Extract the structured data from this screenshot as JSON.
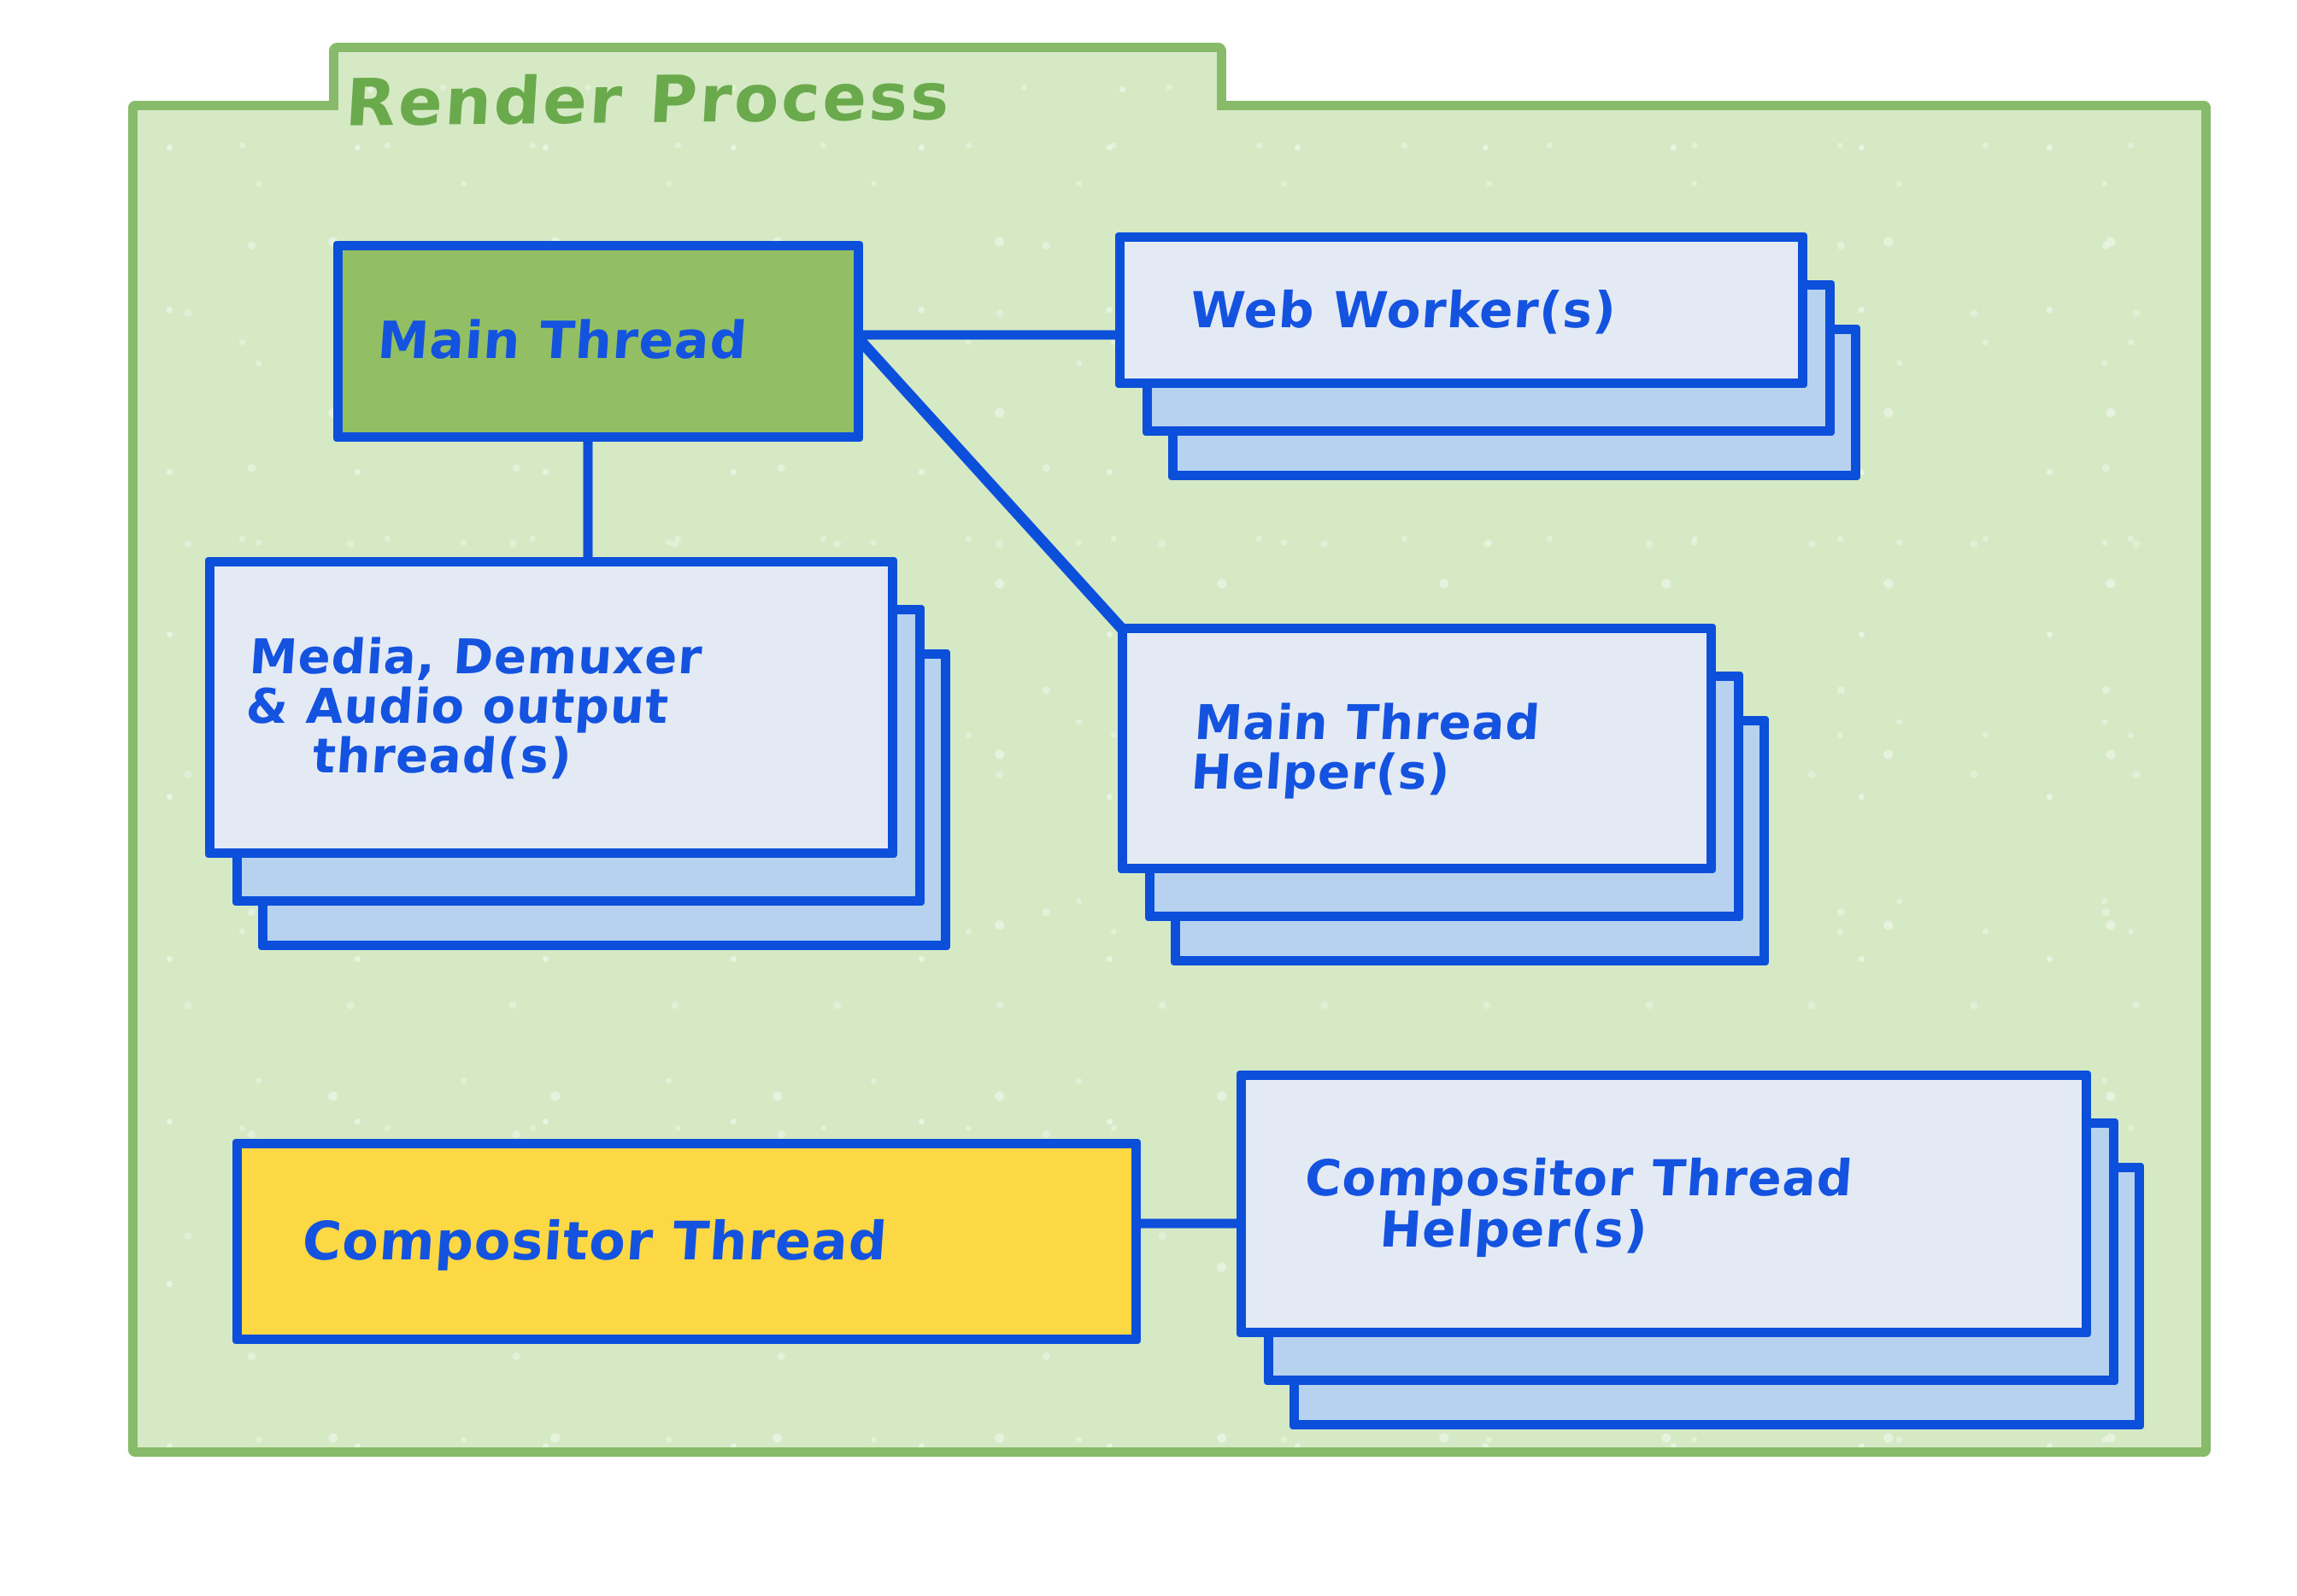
{
  "diagram": {
    "title": "Render Process",
    "colors": {
      "process_fill": "#d4e9c4",
      "process_border": "#87bb69",
      "title_text": "#6aaa4c",
      "node_border": "#0b4fdb",
      "node_text": "#1452e0",
      "card_front": "#e4eaf3",
      "card_back": "#b7d2ee",
      "main_thread_fill": "#92be64",
      "compositor_thread_fill": "#fcd845",
      "connector": "#0b4fdb"
    },
    "nodes": [
      {
        "id": "main-thread",
        "label": "Main Thread",
        "lines": [
          "Main Thread"
        ],
        "stack_count": 1,
        "fill": "main-green"
      },
      {
        "id": "web-worker",
        "label": "Web Worker(s)",
        "lines": [
          "Web Worker(s)"
        ],
        "stack_count": 3,
        "fill": "paper"
      },
      {
        "id": "media-demuxer-audio-output-thread",
        "label": "Media, Demuxer & Audio output thread(s)",
        "lines": [
          "Media, Demuxer",
          "& Audio output",
          "thread(s)"
        ],
        "stack_count": 3,
        "fill": "paper"
      },
      {
        "id": "main-thread-helper",
        "label": "Main Thread Helper(s)",
        "lines": [
          "Main Thread",
          "Helper(s)"
        ],
        "stack_count": 3,
        "fill": "paper"
      },
      {
        "id": "compositor-thread",
        "label": "Compositor Thread",
        "lines": [
          "Compositor Thread"
        ],
        "stack_count": 1,
        "fill": "compositor-yellow"
      },
      {
        "id": "compositor-thread-helper",
        "label": "Compositor Thread Helper(s)",
        "lines": [
          "Compositor Thread",
          "Helper(s)"
        ],
        "stack_count": 3,
        "fill": "paper"
      }
    ],
    "edges": [
      {
        "id": "main-thread-to-web-worker",
        "from": "main-thread",
        "to": "web-worker",
        "kind": "horizontal"
      },
      {
        "id": "main-thread-to-media-thread",
        "from": "main-thread",
        "to": "media-demuxer-audio-output-thread",
        "kind": "vertical"
      },
      {
        "id": "main-thread-to-main-thread-helper",
        "from": "main-thread",
        "to": "main-thread-helper",
        "kind": "diagonal"
      },
      {
        "id": "compositor-thread-to-compositor-thread-helper",
        "from": "compositor-thread",
        "to": "compositor-thread-helper",
        "kind": "horizontal"
      }
    ]
  }
}
